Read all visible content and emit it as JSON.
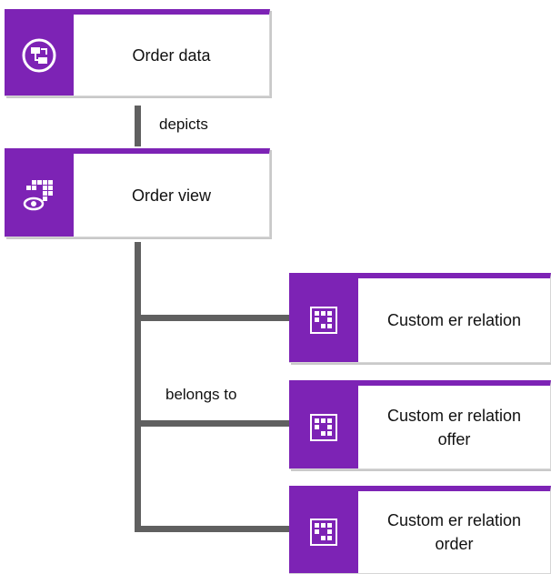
{
  "nodes": {
    "order_data": {
      "label": "Order data",
      "icon": "process-flow-icon"
    },
    "order_view": {
      "label": "Order view",
      "icon": "matrix-view-icon"
    },
    "customer_relation": {
      "label": "Custom er relation",
      "icon": "matrix-icon"
    },
    "customer_relation_offer": {
      "label": "Custom er relation\noffer",
      "icon": "matrix-icon"
    },
    "customer_relation_order": {
      "label": "Custom er relation\norder",
      "icon": "matrix-icon"
    }
  },
  "edges": {
    "depicts": "depicts",
    "belongs_to": "belongs to"
  },
  "colors": {
    "accent": "#7d23b5",
    "connector": "#606060"
  }
}
